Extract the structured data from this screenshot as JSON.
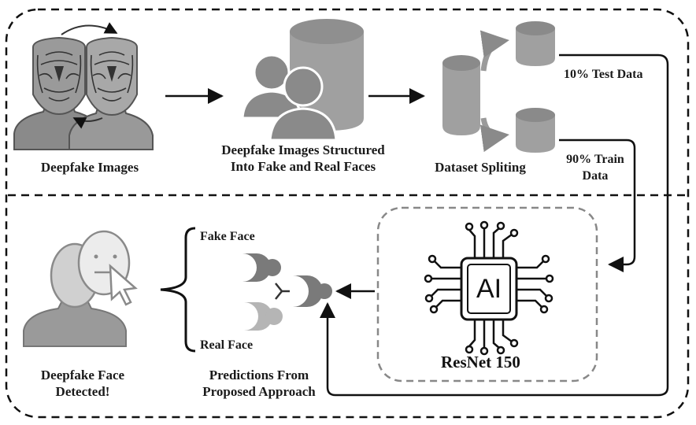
{
  "diagram": {
    "steps": {
      "deepfake_images": {
        "line1": "Deepfake Images"
      },
      "structured": {
        "line1": "Deepfake Images Structured",
        "line2": "Into Fake and Real Faces"
      },
      "splitting": {
        "line1": "Dataset Spliting"
      },
      "test_data": {
        "line1": "10% Test Data"
      },
      "train_data": {
        "line1": "90% Train",
        "line2": "Data"
      },
      "model": {
        "name": "ResNet 150",
        "chip_text": "AI"
      },
      "predictions": {
        "line1": "Predictions From",
        "line2": "Proposed Approach"
      },
      "fake_face": {
        "line1": "Fake Face"
      },
      "real_face": {
        "line1": "Real Face"
      },
      "detected": {
        "line1": "Deepfake Face",
        "line2": "Detected!"
      }
    },
    "icons": [
      "face-mesh-icon",
      "database-users-icon",
      "dataset-split-icon",
      "database-icon",
      "ai-chip-icon",
      "neural-node-icon",
      "face-detect-icon",
      "cursor-icon"
    ],
    "colors": {
      "icon_gray": "#8a8a8a",
      "dark_gray": "#7a7a7a",
      "light_gray": "#b5b5b5",
      "text": "#1a1a1a",
      "border": "#111111"
    }
  }
}
